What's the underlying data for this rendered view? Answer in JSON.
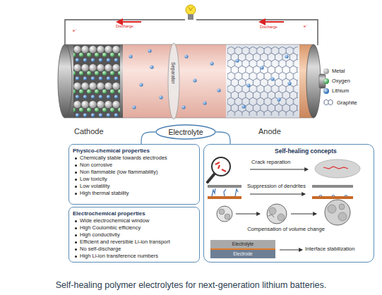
{
  "diagram": {
    "caption": "Self-healing polymer electrolytes for next-generation lithium batteries.",
    "nodes": [
      {
        "text": [
          "Electrolyte"
        ]
      },
      {
        "text": [
          "Physico-chemical properties",
          "Chemically stable towards electrodes",
          "Non corrosive",
          "Non flammable (low flammability)",
          "Low toxicity",
          "Low volatility",
          "High thermal stability"
        ]
      },
      {
        "text": [
          "Electrochemical properties",
          "Wide electrochemical window",
          "High Coulombic efficiency",
          "High conductivity",
          "Efficient and reversible Li-ion transport",
          "No self-discharge",
          "High Li-ion transference numbers"
        ]
      },
      {
        "text": [
          "Self-healing concepts"
        ]
      }
    ],
    "edges": [
      {
        "from": 0,
        "to": 1,
        "arrow": "none"
      },
      {
        "from": 0,
        "to": 3,
        "arrow": "none"
      }
    ],
    "labels": [
      "e⁻",
      "Discharge",
      "Discharge",
      "e⁻",
      "Separator",
      "Cathode",
      "Anode",
      "Crack reparation",
      "Suppression of dendrites",
      "Compensation of volume change",
      "Electrolyte",
      "Electrode",
      "Interface stabilization"
    ],
    "legend": [
      {
        "text": "Metal",
        "color": "#9c9c9c"
      },
      {
        "text": "Oxygen",
        "color": "#2f9e44"
      },
      {
        "text": "Lithium",
        "color": "#2a6db5"
      },
      {
        "text": "Graphite"
      }
    ]
  }
}
